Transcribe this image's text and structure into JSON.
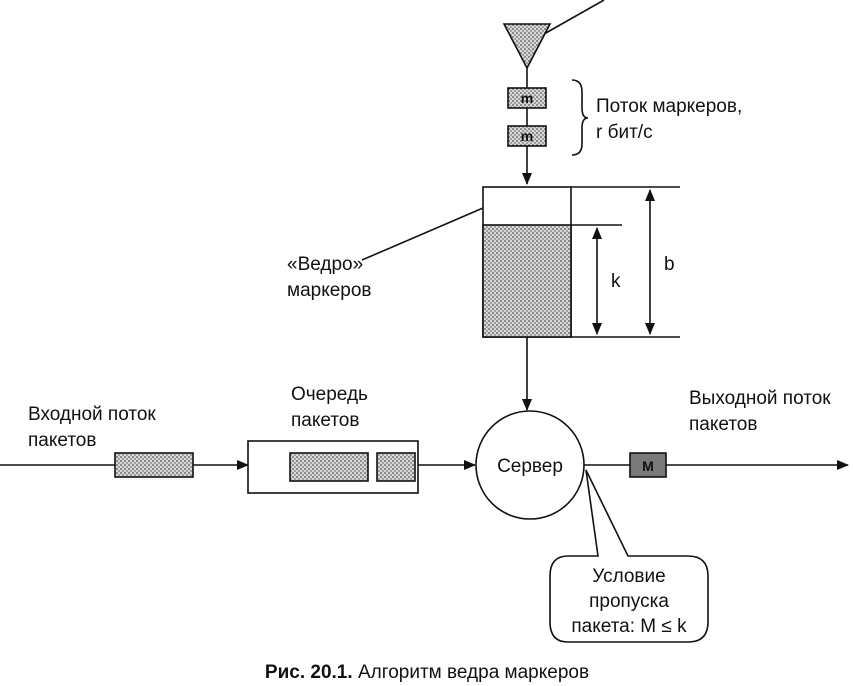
{
  "labels": {
    "token_stream_line1": "Поток маркеров,",
    "token_stream_line2": "r бит/с",
    "token_m": "m",
    "bucket_line1": "«Ведро»",
    "bucket_line2": "маркеров",
    "k": "k",
    "b": "b",
    "input_line1": "Входной поток",
    "input_line2": "пакетов",
    "queue_line1": "Очередь",
    "queue_line2": "пакетов",
    "server": "Сервер",
    "output_line1": "Выходной поток",
    "output_line2": "пакетов",
    "packet_M": "M",
    "condition_line1": "Условие",
    "condition_line2": "пропуска",
    "condition_line3": "пакета: M ≤ k"
  },
  "caption": {
    "label": "Рис. 20.1.",
    "text": " Алгоритм ведра маркеров"
  },
  "colors": {
    "ink": "#111111",
    "fill_dotted": "#9a9a9a",
    "background": "#ffffff"
  }
}
